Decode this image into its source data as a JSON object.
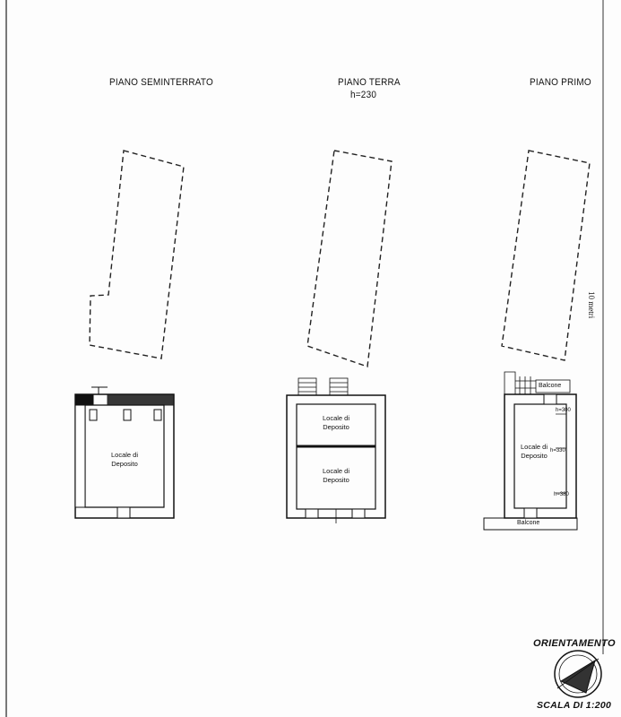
{
  "plans": [
    {
      "title": "PIANO SEMINTERRATO",
      "subtitle": "",
      "rooms": [
        "Locale di\nDeposito"
      ]
    },
    {
      "title": "PIANO TERRA",
      "subtitle": "h=230",
      "rooms": [
        "Locale di\nDeposito",
        "Locale di\nDeposito"
      ]
    },
    {
      "title": "PIANO PRIMO",
      "subtitle": "",
      "rooms": [
        "Locale di\nDeposito"
      ],
      "balconies": [
        "Balcone",
        "Balcone"
      ],
      "heights": [
        "h=300",
        "h=330",
        "h=380"
      ]
    }
  ],
  "margin_text": "10 metri",
  "orientation_label": "ORIENTAMENTO",
  "scale_label": "SCALA DI 1:200"
}
